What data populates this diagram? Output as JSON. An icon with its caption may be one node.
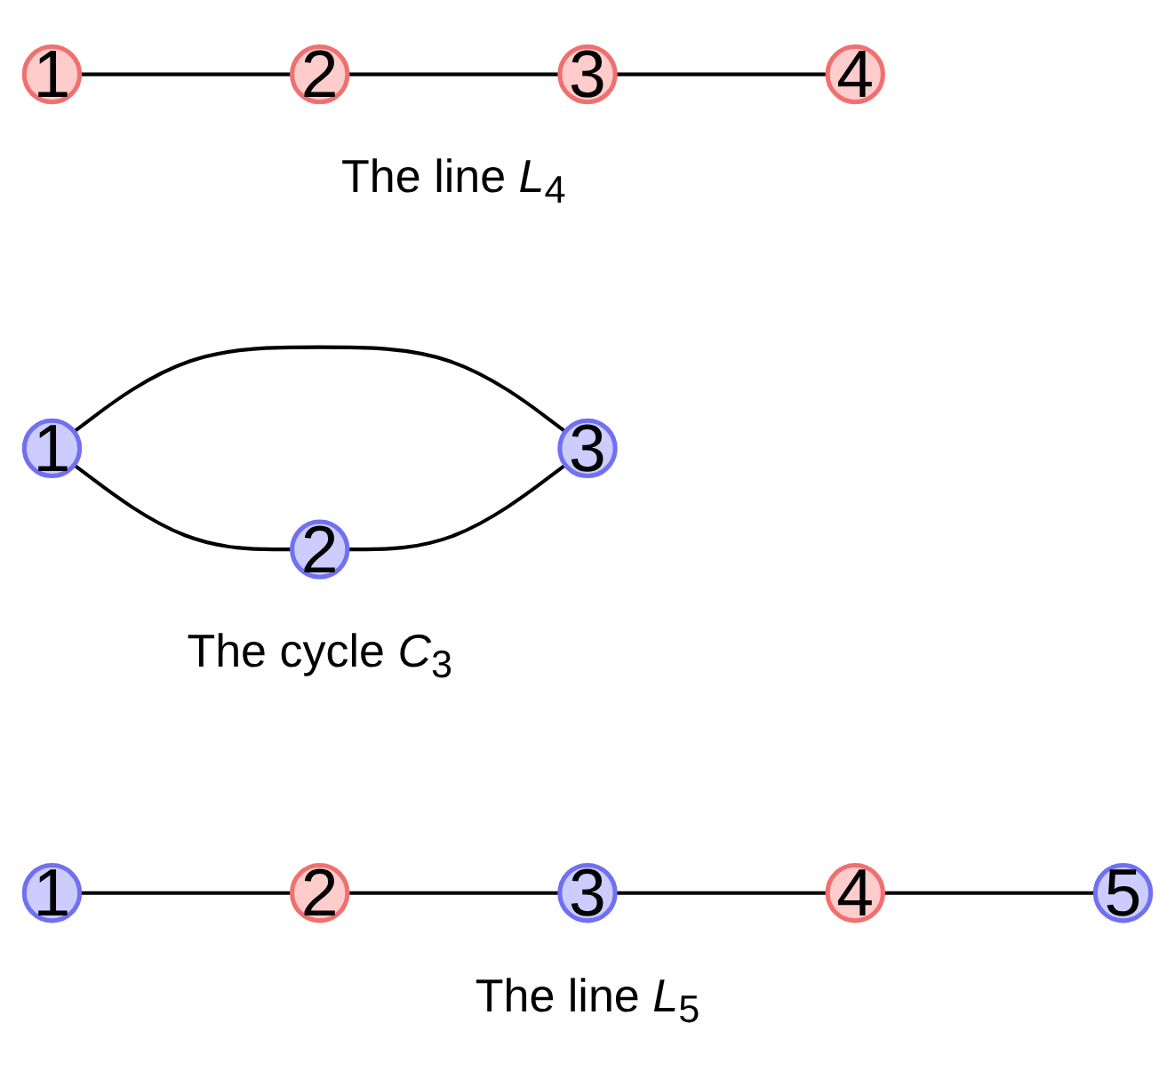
{
  "diagram": {
    "nodes": [
      {
        "text": [
          "1"
        ]
      },
      {
        "text": [
          "2"
        ]
      },
      {
        "text": [
          "3"
        ]
      },
      {
        "text": [
          "4"
        ]
      },
      {
        "text": [
          "1"
        ]
      },
      {
        "text": [
          "2"
        ]
      },
      {
        "text": [
          "3"
        ]
      },
      {
        "text": [
          "1"
        ]
      },
      {
        "text": [
          "2"
        ]
      },
      {
        "text": [
          "3"
        ]
      },
      {
        "text": [
          "4"
        ]
      },
      {
        "text": [
          "5"
        ]
      }
    ],
    "edges": [
      {
        "from": 0,
        "to": 1,
        "arrow": "none"
      },
      {
        "from": 1,
        "to": 2,
        "arrow": "none"
      },
      {
        "from": 2,
        "to": 3,
        "arrow": "none"
      },
      {
        "from": 4,
        "to": 5,
        "arrow": "none"
      },
      {
        "from": 4,
        "to": 6,
        "arrow": "none"
      },
      {
        "from": 5,
        "to": 6,
        "arrow": "none"
      },
      {
        "from": 7,
        "to": 8,
        "arrow": "none"
      },
      {
        "from": 8,
        "to": 9,
        "arrow": "none"
      },
      {
        "from": 9,
        "to": 10,
        "arrow": "none"
      },
      {
        "from": 10,
        "to": 11,
        "arrow": "none"
      }
    ],
    "labels": [
      "The line *L*$_{4}$",
      "The cycle *C*$_{3}$",
      "The line *L*$_{5}$"
    ]
  }
}
